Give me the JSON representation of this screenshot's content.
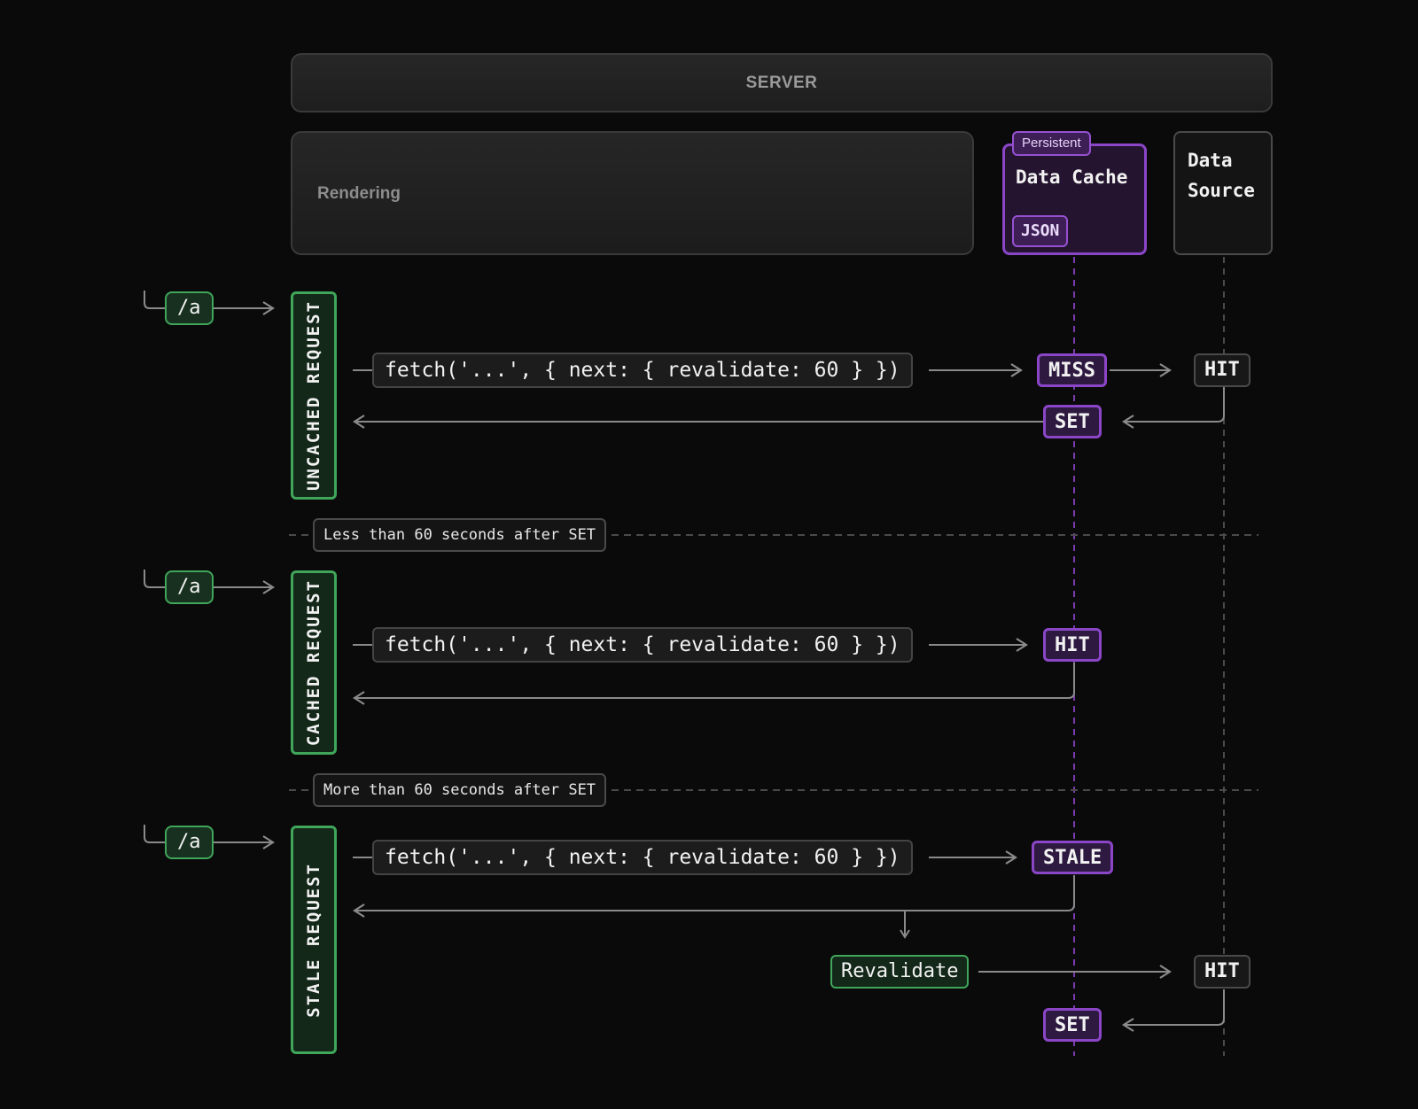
{
  "server": {
    "label": "SERVER"
  },
  "rendering": {
    "label": "Rendering"
  },
  "data_cache": {
    "tag": "Persistent",
    "title": "Data Cache",
    "format": "JSON"
  },
  "data_source": {
    "line1": "Data",
    "line2": "Source"
  },
  "route": "/a",
  "fetch_call": "fetch('...', { next: { revalidate: 60 } })",
  "sections": {
    "uncached": {
      "label": "UNCACHED REQUEST",
      "cache_result": "MISS",
      "source_result": "HIT",
      "cache_write": "SET"
    },
    "cached": {
      "label": "CACHED REQUEST",
      "cache_result": "HIT"
    },
    "stale": {
      "label": "STALE REQUEST",
      "cache_result": "STALE",
      "revalidate": "Revalidate",
      "source_result": "HIT",
      "cache_write": "SET"
    }
  },
  "separators": {
    "first": "Less than 60 seconds after SET",
    "second": "More than 60 seconds after SET"
  },
  "colors": {
    "background": "#0a0a0a",
    "green_accent": "#3fa65a",
    "purple_accent": "#8b46c8",
    "line_gray": "#8a8a8a"
  }
}
